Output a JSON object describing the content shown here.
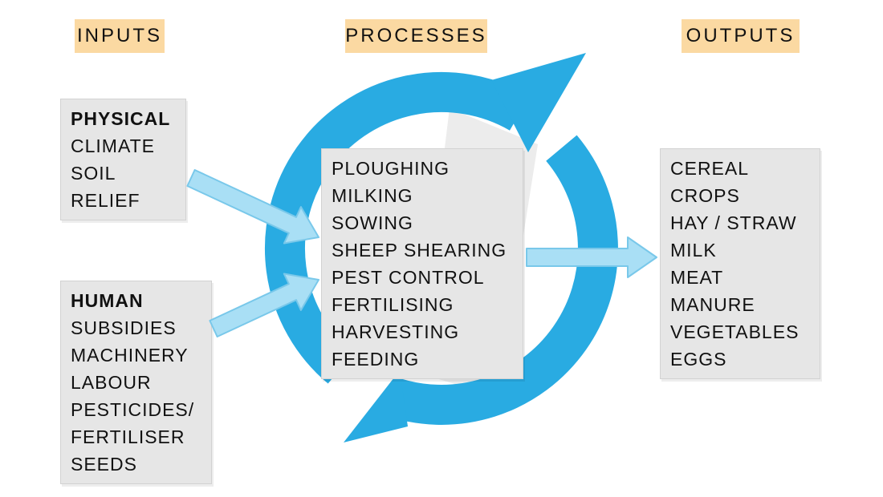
{
  "headers": {
    "inputs": "INPUTS",
    "processes": "PROCESSES",
    "outputs": "OUTPUTS"
  },
  "input_boxes": {
    "physical": {
      "title": "PHYSICAL",
      "items": [
        "CLIMATE",
        "SOIL",
        "RELIEF"
      ]
    },
    "human": {
      "title": "HUMAN",
      "items": [
        "SUBSIDIES",
        "MACHINERY",
        "LABOUR",
        "PESTICIDES/",
        "FERTILISER",
        "SEEDS"
      ]
    }
  },
  "process_box": {
    "items": [
      "PLOUGHING",
      "MILKING",
      "SOWING",
      "SHEEP SHEARING",
      "PEST CONTROL",
      "FERTILISING",
      "HARVESTING",
      "FEEDING"
    ]
  },
  "output_box": {
    "items": [
      "CEREAL",
      "CROPS",
      "HAY / STRAW",
      "MILK",
      "MEAT",
      "MANURE",
      "VEGETABLES",
      "EGGS"
    ]
  },
  "icons": {
    "cycle": "cycle-arrows-icon",
    "physical_arrow": "right-arrow-icon",
    "human_arrow": "right-arrow-icon",
    "output_arrow": "right-arrow-icon"
  },
  "colors": {
    "header_bg": "#FBD9A2",
    "box_bg": "#E6E6E6",
    "cycle_blue": "#29ABE2",
    "arrow_fill": "#A9DFF5",
    "arrow_stroke": "#79C8EA",
    "swoosh_gray": "#ECECEC",
    "text": "#111111"
  }
}
